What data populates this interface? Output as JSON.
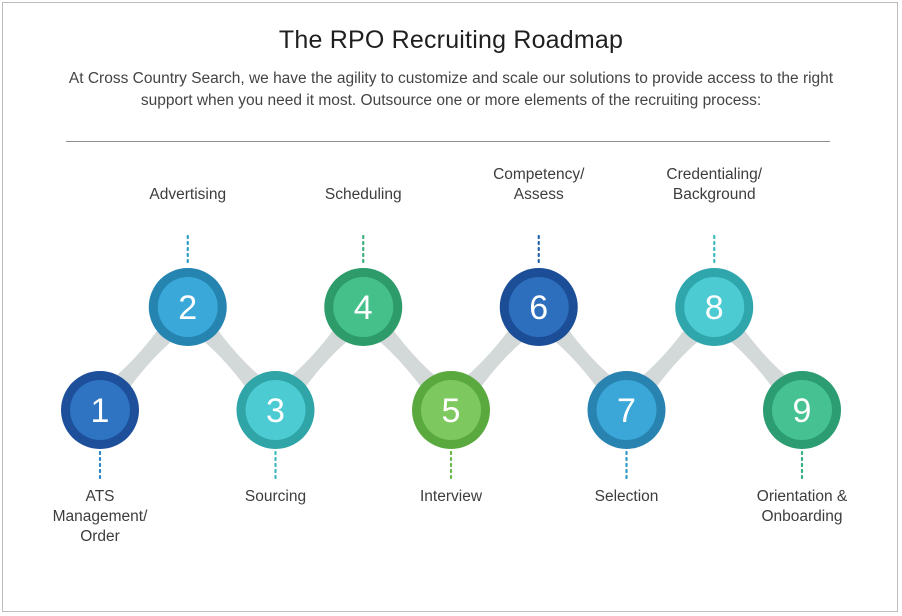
{
  "title": "The RPO Recruiting Roadmap",
  "description": "At Cross Country Search, we have the agility to customize and scale our solutions to provide access to the right support when you need it most. Outsource one or more elements of the recruiting process:",
  "steps": [
    {
      "number": "1",
      "label": "ATS\nManagement/\nOrder",
      "outer": "#1d4f9a",
      "inner": "#2f73c3",
      "dot": "#2f86c8"
    },
    {
      "number": "2",
      "label": "Advertising",
      "outer": "#2584b0",
      "inner": "#3aa8d8",
      "dot": "#2e9dc4"
    },
    {
      "number": "3",
      "label": "Sourcing",
      "outer": "#2fa5a8",
      "inner": "#4ccbd2",
      "dot": "#3bb9bd"
    },
    {
      "number": "4",
      "label": "Scheduling",
      "outer": "#2e9b6b",
      "inner": "#46c08b",
      "dot": "#3aae7b"
    },
    {
      "number": "5",
      "label": "Interview",
      "outer": "#5aa93e",
      "inner": "#7dc95f",
      "dot": "#6bb84c"
    },
    {
      "number": "6",
      "label": "Competency/\nAssess",
      "outer": "#1b4e96",
      "inner": "#2d6ebd",
      "dot": "#2763ad"
    },
    {
      "number": "7",
      "label": "Selection",
      "outer": "#2883b0",
      "inner": "#3aa7d8",
      "dot": "#2f98c6"
    },
    {
      "number": "8",
      "label": "Credentialing/\nBackground",
      "outer": "#2fa6ac",
      "inner": "#4ccbd3",
      "dot": "#3bb9bf"
    },
    {
      "number": "9",
      "label": "Orientation &\nOnboarding",
      "outer": "#2c9c72",
      "inner": "#46c292",
      "dot": "#38b082"
    }
  ],
  "colors": {
    "connector": "#d3d9d9",
    "number_text": "#ffffff"
  }
}
